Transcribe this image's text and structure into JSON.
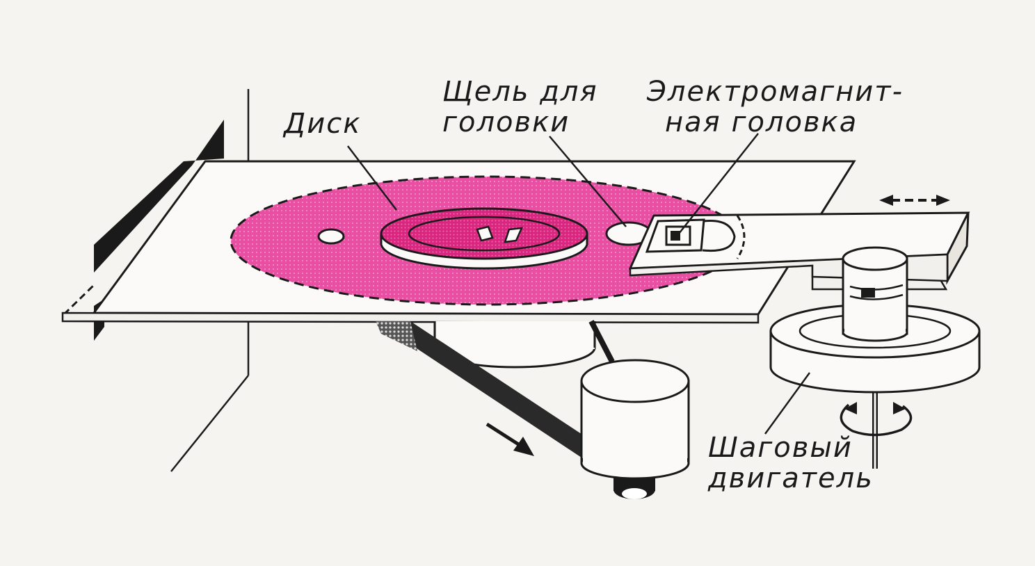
{
  "labels": {
    "disk": "Диск",
    "slot": {
      "line1": "Щель для",
      "line2": "головки"
    },
    "head": {
      "line1": "Электромагнит-",
      "line2": "ная головка"
    },
    "stepper": {
      "line1": "Шаговый",
      "line2": "двигатель"
    }
  },
  "colors": {
    "disk_fill": "#e23d98",
    "disk_hub": "#d9267f",
    "ink": "#1a1a1a",
    "paper": "#f6f4f1"
  }
}
